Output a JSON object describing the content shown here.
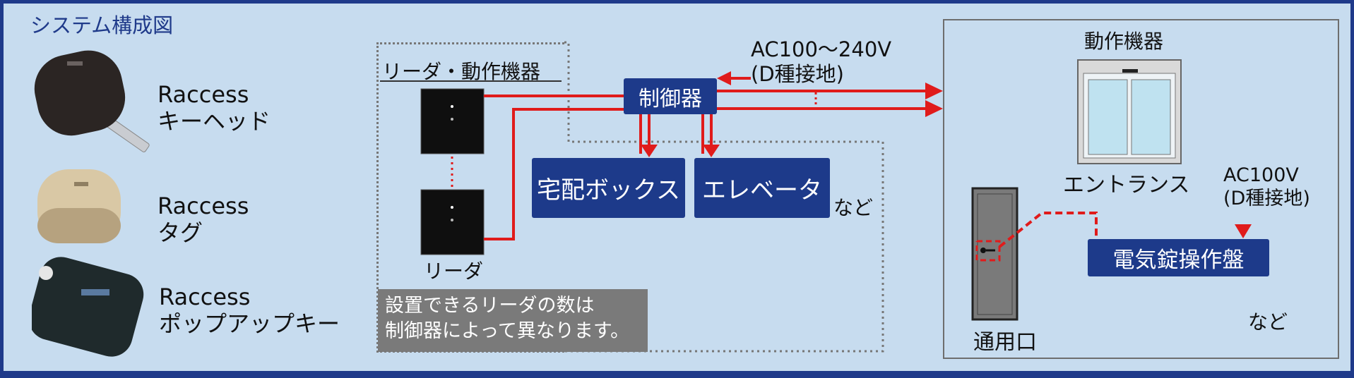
{
  "title": "システム構成図",
  "keys": [
    {
      "line1": "Raccess",
      "line2": "キーヘッド"
    },
    {
      "line1": "Raccess",
      "line2": "タグ"
    },
    {
      "line1": "Raccess",
      "line2": "ポップアップキー"
    }
  ],
  "reader_group": {
    "heading": "リーダ・動作機器",
    "reader_label": "リーダ"
  },
  "controller": "制御器",
  "power_left": {
    "line1": "AC100〜240V",
    "line2": "(D種接地)"
  },
  "delivery_box": "宅配ボックス",
  "elevator": "エレベータ",
  "etc": "など",
  "note": {
    "line1": "設置できるリーダの数は",
    "line2": "制御器によって異なります。"
  },
  "equipment": {
    "heading": "動作機器",
    "entrance": "エントランス",
    "service_door": "通用口",
    "power": {
      "line1": "AC100V",
      "line2": "(D種接地)"
    },
    "lock_panel": "電気錠操作盤",
    "etc": "など"
  },
  "colors": {
    "navy": "#1d3a8a",
    "red": "#e01b1b",
    "background": "#c7dcef"
  }
}
